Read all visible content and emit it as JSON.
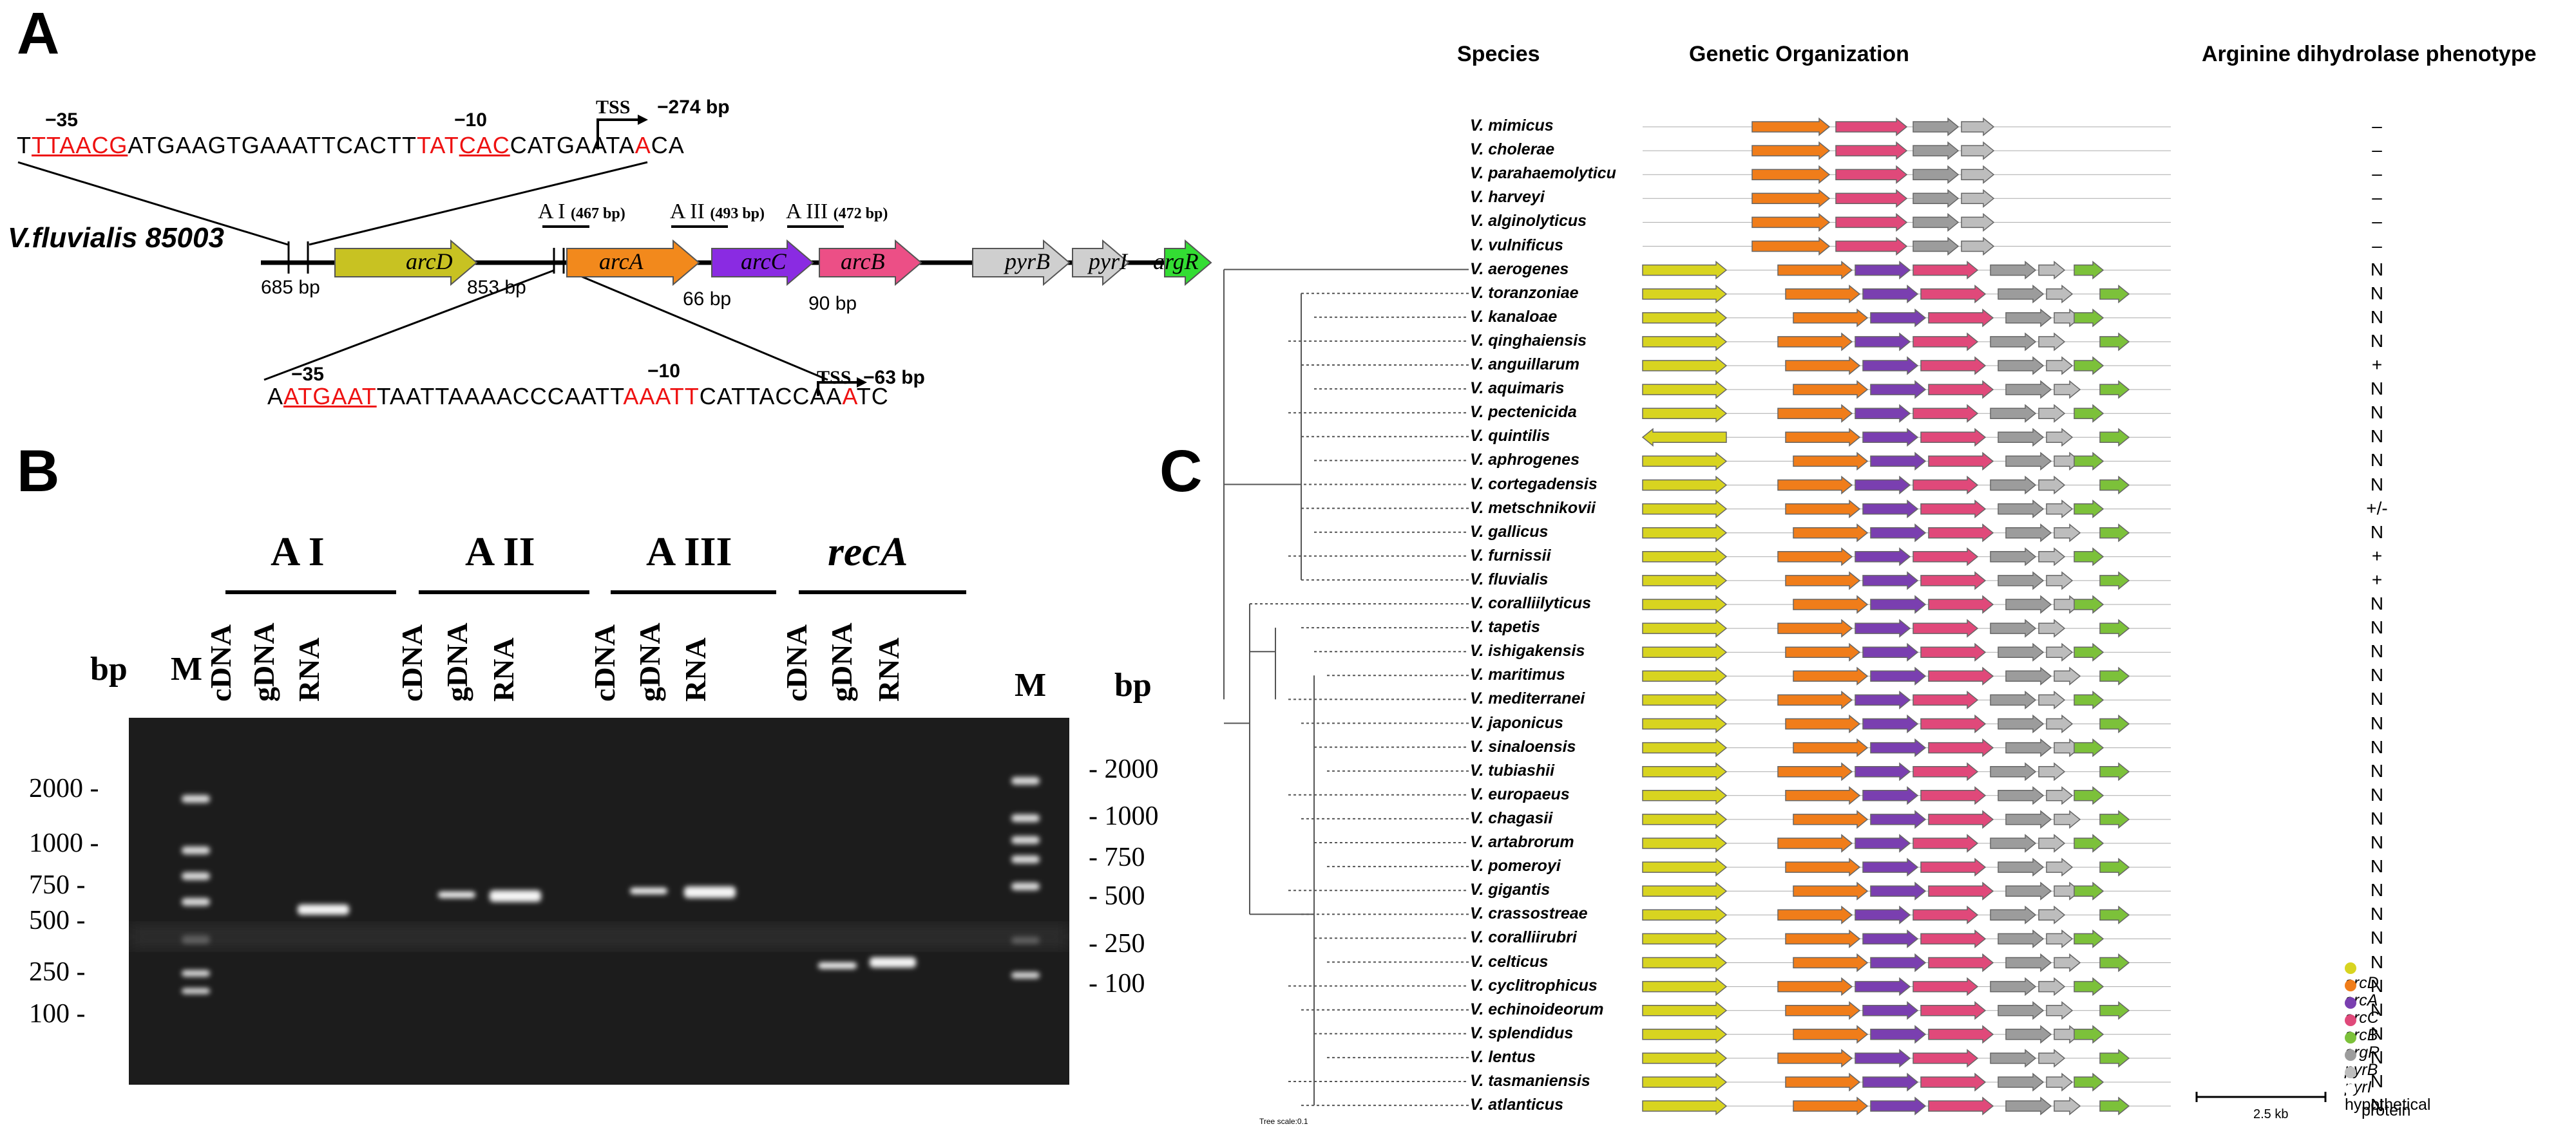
{
  "panelA": {
    "letter": "A",
    "strain": "V.fluvialis 85003",
    "promoter1": {
      "m35": "−35",
      "m10": "−10",
      "tss": "TSS",
      "tss_pos": "−274 bp",
      "segments": [
        {
          "t": "T",
          "c": "k"
        },
        {
          "t": "TTAACG",
          "c": "u"
        },
        {
          "t": "ATGAAGTGAAATTCACTT",
          "c": "k"
        },
        {
          "t": "TAT",
          "c": "r"
        },
        {
          "t": "CAC",
          "c": "u"
        },
        {
          "t": "CATGAATA",
          "c": "k"
        },
        {
          "t": "A",
          "c": "r"
        },
        {
          "t": "CA",
          "c": "k"
        }
      ]
    },
    "promoter2": {
      "m35": "−35",
      "m10": "−10",
      "tss": "TSS",
      "tss_pos": "−63 bp",
      "segments": [
        {
          "t": "A",
          "c": "k"
        },
        {
          "t": "ATGAAT",
          "c": "u"
        },
        {
          "t": "TAATTAAAACCCAATT",
          "c": "k"
        },
        {
          "t": "AAATT",
          "c": "r"
        },
        {
          "t": "CATTACCAA",
          "c": "k"
        },
        {
          "t": "A",
          "c": "r"
        },
        {
          "t": "TC",
          "c": "k"
        }
      ]
    },
    "distances": {
      "d685": "685 bp",
      "d853": "853 bp",
      "d66": "66 bp",
      "d90": "90 bp"
    },
    "amplicons": [
      {
        "name": "A I",
        "size": "(467 bp)"
      },
      {
        "name": "A II",
        "size": "(493 bp)"
      },
      {
        "name": "A III",
        "size": "(472 bp)"
      }
    ],
    "genes": [
      {
        "name": "arcD",
        "color": "#c8c222"
      },
      {
        "name": "arcA",
        "color": "#f2891c"
      },
      {
        "name": "arcC",
        "color": "#8a2be2"
      },
      {
        "name": "arcB",
        "color": "#ec4f86"
      },
      {
        "name": "pyrB",
        "color": "#cfcfcf"
      },
      {
        "name": "pyrI",
        "color": "#cfcfcf"
      },
      {
        "name": "argR",
        "color": "#33dd33"
      }
    ]
  },
  "panelB": {
    "letter": "B",
    "groups": [
      "A I",
      "A II",
      "A III",
      "recA"
    ],
    "lanes": [
      "cDNA",
      "gDNA",
      "RNA"
    ],
    "marker": "M",
    "bp": "bp",
    "left_ladder": [
      "2000",
      "1000",
      "750",
      "500",
      "250",
      "100"
    ],
    "right_ladder": [
      "2000",
      "1000",
      "750",
      "500",
      "250",
      "100"
    ]
  },
  "panelC": {
    "letter": "C",
    "headers": {
      "species": "Species",
      "org": "Genetic Organization",
      "phen": "Arginine dihydrolase phenotype"
    },
    "species": [
      {
        "n": "V. mimicus",
        "p": "–"
      },
      {
        "n": "V. cholerae",
        "p": "–"
      },
      {
        "n": "V. parahaemolyticu",
        "p": "–"
      },
      {
        "n": "V. harveyi",
        "p": "–"
      },
      {
        "n": "V. alginolyticus",
        "p": "–"
      },
      {
        "n": "V. vulnificus",
        "p": "–"
      },
      {
        "n": "V. aerogenes",
        "p": "N"
      },
      {
        "n": "V. toranzoniae",
        "p": "N"
      },
      {
        "n": "V. kanaloae",
        "p": "N"
      },
      {
        "n": "V. qinghaiensis",
        "p": "N"
      },
      {
        "n": "V. anguillarum",
        "p": "+"
      },
      {
        "n": "V. aquimaris",
        "p": "N"
      },
      {
        "n": "V. pectenicida",
        "p": "N"
      },
      {
        "n": "V. quintilis",
        "p": "N"
      },
      {
        "n": "V. aphrogenes",
        "p": "N"
      },
      {
        "n": "V. cortegadensis",
        "p": "N"
      },
      {
        "n": "V. metschnikovii",
        "p": "+/-"
      },
      {
        "n": "V. gallicus",
        "p": "N"
      },
      {
        "n": "V. furnissii",
        "p": "+"
      },
      {
        "n": "V. fluvialis",
        "p": "+"
      },
      {
        "n": "V. coralliilyticus",
        "p": "N"
      },
      {
        "n": "V. tapetis",
        "p": "N"
      },
      {
        "n": "V. ishigakensis",
        "p": "N"
      },
      {
        "n": "V. maritimus",
        "p": "N"
      },
      {
        "n": "V. mediterranei",
        "p": "N"
      },
      {
        "n": "V. japonicus",
        "p": "N"
      },
      {
        "n": "V. sinaloensis",
        "p": "N"
      },
      {
        "n": "V. tubiashii",
        "p": "N"
      },
      {
        "n": "V. europaeus",
        "p": "N"
      },
      {
        "n": "V. chagasii",
        "p": "N"
      },
      {
        "n": "V. artabrorum",
        "p": "N"
      },
      {
        "n": "V. pomeroyi",
        "p": "N"
      },
      {
        "n": "V. gigantis",
        "p": "N"
      },
      {
        "n": "V. crassostreae",
        "p": "N"
      },
      {
        "n": "V. coralliirubri",
        "p": "N"
      },
      {
        "n": "V. celticus",
        "p": "N"
      },
      {
        "n": "V. cyclitrophicus",
        "p": "N"
      },
      {
        "n": "V. echinoideorum",
        "p": "N"
      },
      {
        "n": "V. splendidus",
        "p": "N"
      },
      {
        "n": "V. lentus",
        "p": "N"
      },
      {
        "n": "V. tasmaniensis",
        "p": "N"
      },
      {
        "n": "V. atlanticus",
        "p": "N"
      }
    ],
    "legend": [
      {
        "label": "arcD",
        "color": "#d8d420"
      },
      {
        "label": "arcA",
        "color": "#f07d1a"
      },
      {
        "label": "arcC",
        "color": "#7a3fb0"
      },
      {
        "label": "arcB",
        "color": "#e0497a"
      },
      {
        "label": "argR",
        "color": "#7cc13a"
      },
      {
        "label": "pyrB",
        "color": "#9c9c9c"
      },
      {
        "label": "pyrI",
        "color": "#bdbdbd"
      },
      {
        "label": "hypothetical",
        "color": "#ffffff"
      },
      {
        "label": "protein",
        "color": "#ffffff"
      }
    ],
    "scale": "2.5 kb",
    "tree_scale": "Tree scale:0.1"
  }
}
